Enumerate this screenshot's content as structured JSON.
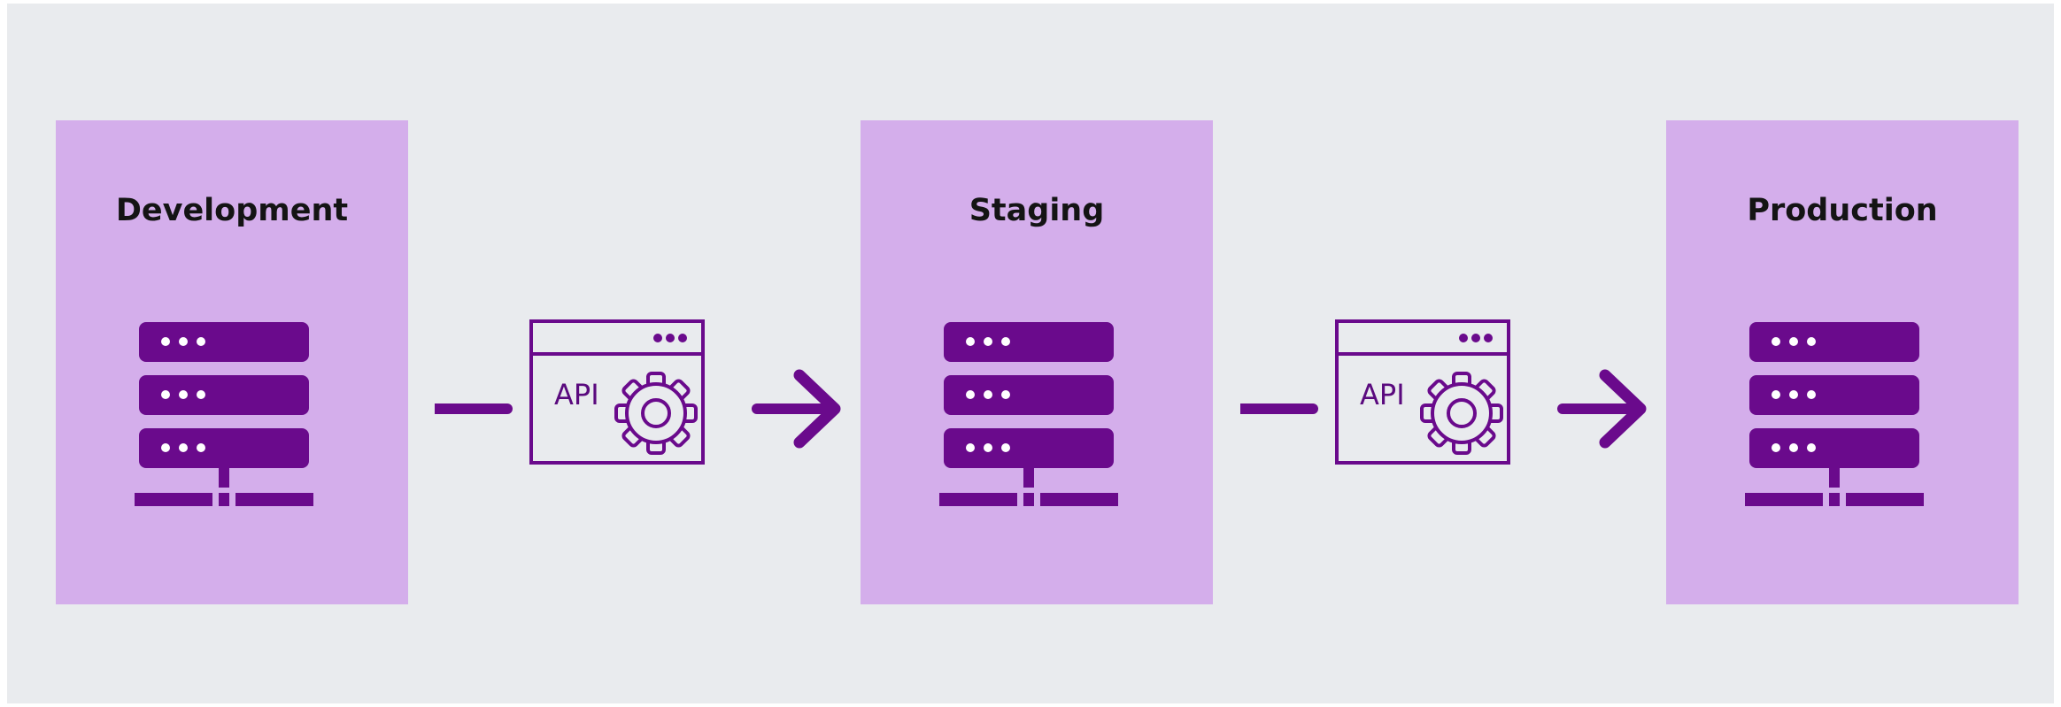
{
  "colors": {
    "background": "#e9ebee",
    "panel": "#d4aeeb",
    "icon": "#6a0a8c",
    "title": "#141414"
  },
  "environments": [
    {
      "name": "Development",
      "icon": "server-rack-icon"
    },
    {
      "name": "Staging",
      "icon": "server-rack-icon"
    },
    {
      "name": "Production",
      "icon": "server-rack-icon"
    }
  ],
  "connectors": [
    {
      "label": "API",
      "icon": "api-window-gear-icon",
      "arrow": "arrow-right-icon"
    },
    {
      "label": "API",
      "icon": "api-window-gear-icon",
      "arrow": "arrow-right-icon"
    }
  ]
}
